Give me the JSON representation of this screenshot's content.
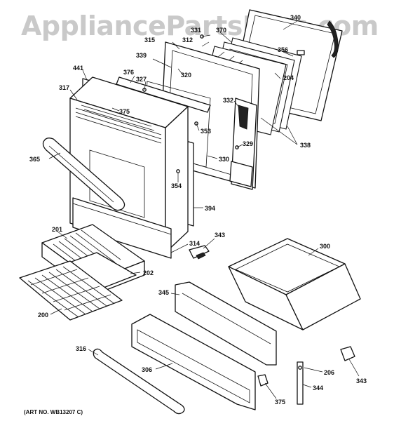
{
  "watermark": "AppliancePartsPros.com",
  "art_number": "(ART NO. WB13207 C)",
  "callouts": [
    "340",
    "331",
    "370",
    "312",
    "315",
    "356",
    "339",
    "320",
    "204",
    "327",
    "441",
    "376",
    "317",
    "375",
    "332",
    "353",
    "338",
    "329",
    "365",
    "330",
    "354",
    "394",
    "343",
    "201",
    "300",
    "202",
    "314",
    "345",
    "200",
    "206",
    "316",
    "306",
    "344",
    "343",
    "375"
  ]
}
